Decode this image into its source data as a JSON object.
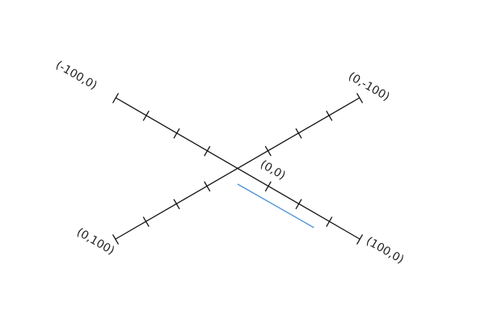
{
  "axes": {
    "x_axis_label_pos": "(100,0)",
    "x_axis_label_neg": "(-100,0)",
    "y_axis_label_pos": "(0,100)",
    "y_axis_label_neg": "(0,-100)",
    "origin_label": "(0,0)",
    "range": [
      -100,
      100
    ],
    "tick_step": 25
  },
  "series": [
    {
      "x1": 0,
      "y1": 0,
      "x2": 81,
      "y2": 0,
      "offset": 25
    }
  ],
  "colors": {
    "axis": "#111111",
    "segment": "#4a90d9",
    "text": "#222222"
  }
}
